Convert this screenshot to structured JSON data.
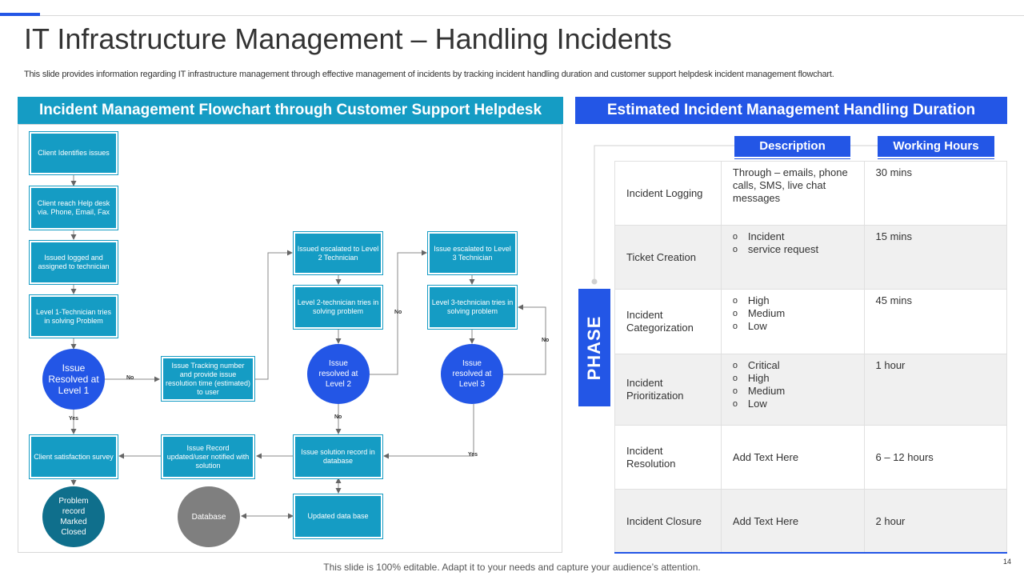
{
  "slide": {
    "title": "IT Infrastructure Management – Handling Incidents",
    "subtitle": "This slide provides information regarding IT infrastructure management through effective management of incidents by tracking incident handling duration and customer support helpdesk incident management flowchart.",
    "footer": "This slide is 100% editable. Adapt it to your needs and capture your audience’s attention.",
    "page_number": "14",
    "accent_color": "#2356e6",
    "teal_color": "#159cc4"
  },
  "flowchart": {
    "header": "Incident Management Flowchart through Customer Support Helpdesk",
    "nodes": {
      "client_identifies": "Client Identifies issues",
      "client_reach": "Client reach Help desk via. Phone, Email, Fax",
      "issued_logged": "Issued logged  and assigned to technician",
      "level1_tries": "Level 1-Technician tries in solving Problem",
      "resolved_l1": "Issue Resolved at Level 1",
      "tracking_number": "Issue Tracking number and provide issue resolution time (estimated) to user",
      "escalated_l2": "Issued escalated to Level 2 Technician",
      "level2_tries": "Level 2-technician tries in solving problem",
      "resolved_l2": "Issue resolved at Level 2",
      "escalated_l3": "Issue escalated to Level 3 Technician",
      "level3_tries": "Level 3-technician tries in solving problem",
      "resolved_l3": "Issue resolved at Level 3",
      "client_satisfaction": "Client satisfaction survey",
      "issue_record": "Issue Record updated/user notified with solution",
      "solution_record": "Issue solution record in database",
      "problem_closed": "Problem record Marked Closed",
      "database": "Database",
      "updated_db": "Updated data base"
    },
    "labels": {
      "no": "No",
      "yes": "Yes"
    }
  },
  "duration": {
    "header": "Estimated Incident Management Handling Duration",
    "col_description": "Description",
    "col_hours": "Working Hours",
    "phase_label": "PHASE",
    "rows": [
      {
        "phase": "Incident Logging",
        "description": "Through – emails, phone calls, SMS, live chat messages",
        "bullets": [],
        "hours": "30 mins"
      },
      {
        "phase": "Ticket Creation",
        "description": "",
        "bullets": [
          "Incident",
          "service request"
        ],
        "hours": "15 mins"
      },
      {
        "phase": "Incident Categorization",
        "description": "",
        "bullets": [
          "High",
          "Medium",
          "Low"
        ],
        "hours": "45 mins"
      },
      {
        "phase": "Incident Prioritization",
        "description": "",
        "bullets": [
          "Critical",
          "High",
          "Medium",
          "Low"
        ],
        "hours": "1 hour"
      },
      {
        "phase": "Incident Resolution",
        "description": "Add Text Here",
        "bullets": [],
        "hours": "6 – 12 hours"
      },
      {
        "phase": "Incident Closure",
        "description": "Add Text Here",
        "bullets": [],
        "hours": "2 hour"
      }
    ]
  }
}
